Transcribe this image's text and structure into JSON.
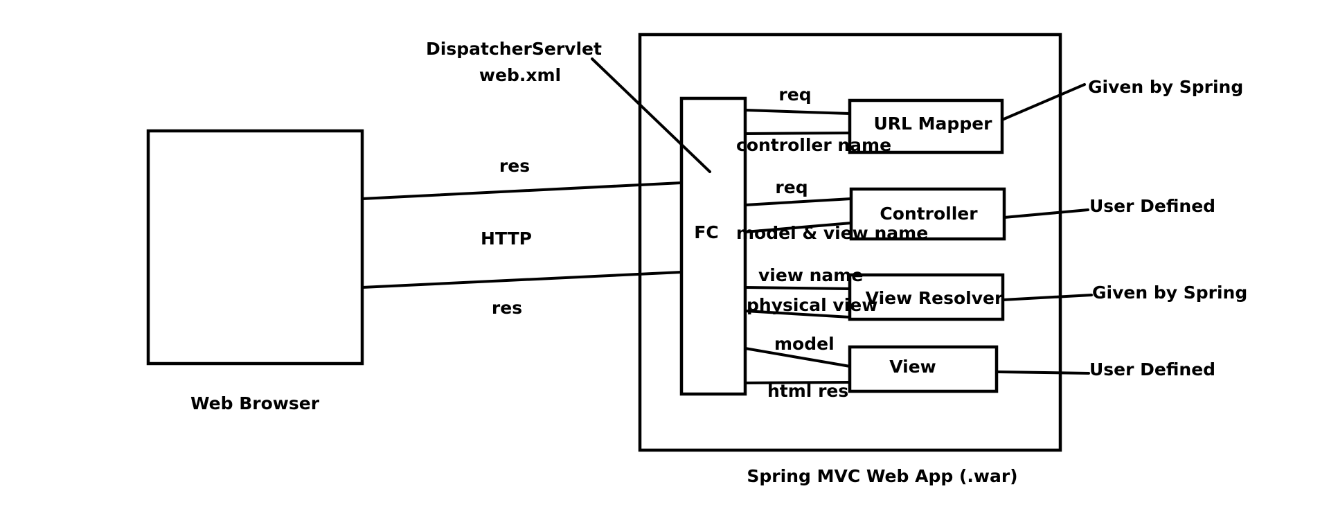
{
  "browser": {
    "label": "Web Browser"
  },
  "app": {
    "label": "Spring MVC Web App  (.war)"
  },
  "front_controller": {
    "label": "FC"
  },
  "dispatcher_note": {
    "line1": "DispatcherServlet",
    "line2": "web.xml"
  },
  "connection": {
    "res_top": "res",
    "http": "HTTP",
    "res_bottom": "res"
  },
  "components": [
    {
      "label": "URL Mapper",
      "role": "Given by Spring",
      "in_label": "req",
      "out_label": "controller name"
    },
    {
      "label": "Controller",
      "role": "User Defined",
      "in_label": "req",
      "out_label": "model & view name"
    },
    {
      "label": "View Resolver",
      "role": "Given by Spring",
      "in_label": "view name",
      "out_label": "physical view"
    },
    {
      "label": "View",
      "role": "User Defined",
      "in_label": "model",
      "out_label": "html res"
    }
  ]
}
